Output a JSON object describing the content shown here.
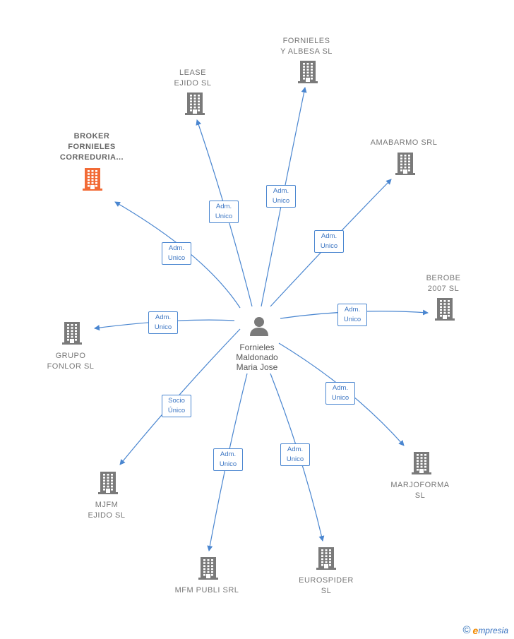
{
  "colors": {
    "edge": "#4a86d0",
    "building": "#7a7a7a",
    "building_highlight": "#f26b36",
    "person": "#7a7a7a"
  },
  "center": {
    "label": "Fornieles\nMaldonado\nMaria Jose",
    "icon": "person-icon"
  },
  "companies": [
    {
      "id": "broker",
      "label": "BROKER\nFORNIELES\nCORREDURIA...",
      "highlight": true,
      "icon": "building-icon"
    },
    {
      "id": "lease",
      "label": "LEASE\nEJIDO  SL",
      "highlight": false,
      "icon": "building-icon"
    },
    {
      "id": "fornieles-albesa",
      "label": "FORNIELES\nY ALBESA  SL",
      "highlight": false,
      "icon": "building-icon"
    },
    {
      "id": "amabarmo",
      "label": "AMABARMO SRL",
      "highlight": false,
      "icon": "building-icon"
    },
    {
      "id": "berobe",
      "label": "BEROBE\n2007  SL",
      "highlight": false,
      "icon": "building-icon"
    },
    {
      "id": "grupo-fonlor",
      "label": "GRUPO\nFONLOR  SL",
      "highlight": false,
      "icon": "building-icon"
    },
    {
      "id": "mjfm",
      "label": "MJFM\nEJIDO SL",
      "highlight": false,
      "icon": "building-icon"
    },
    {
      "id": "mfm-publi",
      "label": "MFM PUBLI SRL",
      "highlight": false,
      "icon": "building-icon"
    },
    {
      "id": "eurospider",
      "label": "EUROSPIDER\nSL",
      "highlight": false,
      "icon": "building-icon"
    },
    {
      "id": "marjoforma",
      "label": "MARJOFORMA\nSL",
      "highlight": false,
      "icon": "building-icon"
    }
  ],
  "edges": [
    {
      "to": "broker",
      "label": "Adm.\nUnico"
    },
    {
      "to": "lease",
      "label": "Adm.\nUnico"
    },
    {
      "to": "fornieles-albesa",
      "label": "Adm.\nUnico"
    },
    {
      "to": "amabarmo",
      "label": "Adm.\nUnico"
    },
    {
      "to": "berobe",
      "label": "Adm.\nUnico"
    },
    {
      "to": "grupo-fonlor",
      "label": "Adm.\nUnico"
    },
    {
      "to": "mjfm",
      "label": "Socio\nÚnico"
    },
    {
      "to": "mfm-publi",
      "label": "Adm.\nUnico"
    },
    {
      "to": "eurospider",
      "label": "Adm.\nUnico"
    },
    {
      "to": "marjoforma",
      "label": "Adm.\nUnico"
    }
  ],
  "footer": {
    "copyright": "©",
    "brand_initial": "e",
    "brand_rest": "mpresia"
  }
}
